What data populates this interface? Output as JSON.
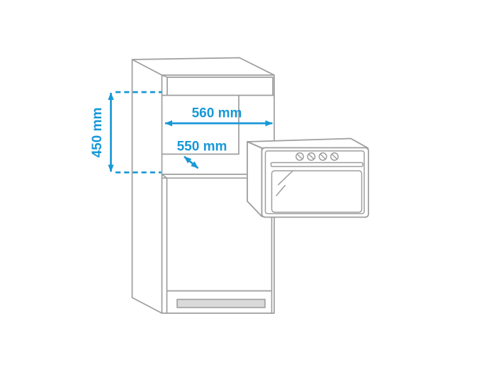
{
  "diagram": {
    "description": "Built-in oven niche installation dimensions",
    "dimensions": {
      "niche_height": {
        "label": "450 mm"
      },
      "niche_width": {
        "label": "560 mm"
      },
      "niche_depth": {
        "label": "550 mm"
      }
    },
    "colors": {
      "dimension_accent": "#1798d7",
      "outline_gray": "#9e9e9e",
      "vent_fill": "#dadada",
      "background": "#ffffff"
    }
  }
}
